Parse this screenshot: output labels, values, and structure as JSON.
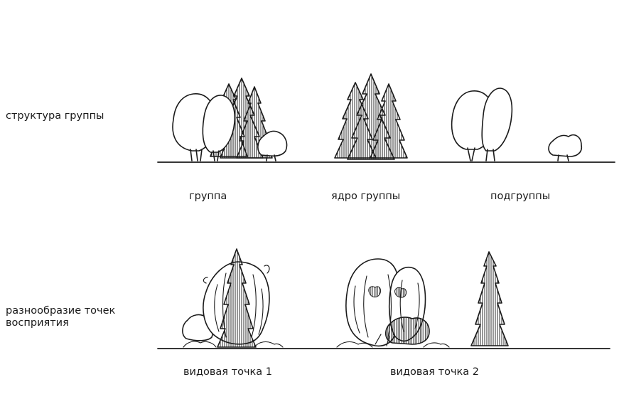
{
  "rows": [
    {
      "label_lines": [
        "структура группы"
      ],
      "captions": [
        "группа",
        "ядро группы",
        "подгруппы"
      ]
    },
    {
      "label_lines": [
        "разнообразие точек",
        "восприятия"
      ],
      "captions": [
        "видовая точка 1",
        "видовая точка 2"
      ]
    }
  ],
  "colors": {
    "ink": "#1a1a1a",
    "background": "#ffffff"
  }
}
